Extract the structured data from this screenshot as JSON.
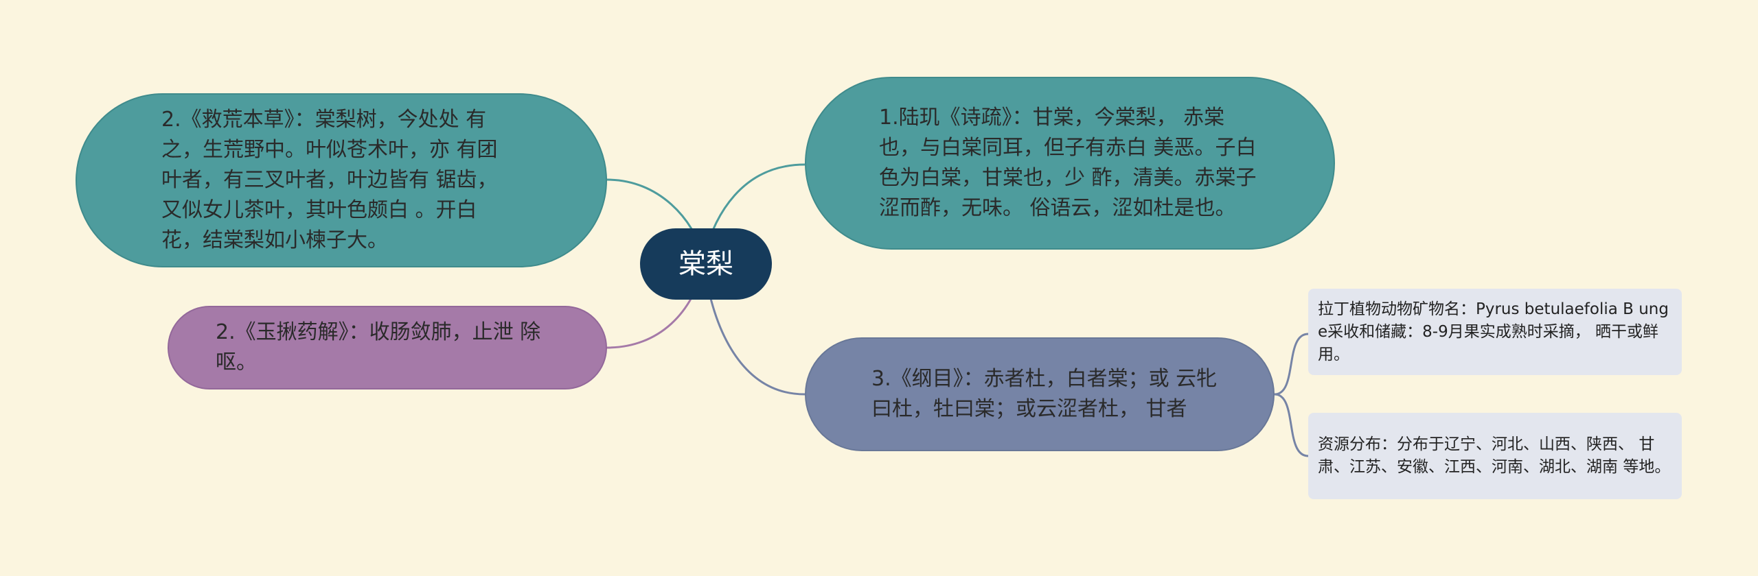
{
  "mindmap": {
    "root": {
      "label": "棠梨"
    },
    "branches": [
      {
        "id": "lu-ji",
        "lines": [
          "1.陆玑《诗疏》：甘棠，今棠梨，",
          "赤棠也，与白棠同耳，但子有赤白",
          "美恶。子白色为白棠，甘棠也，少",
          "酢，清美。赤棠子涩而酢，无味。",
          "俗语云，涩如杜是也。"
        ]
      },
      {
        "id": "jiu-huang",
        "lines": [
          "2.《救荒本草》：棠梨树，今处处",
          "有之，生荒野中。叶似苍术叶，亦",
          "有团叶者，有三叉叶者，叶边皆有",
          "锯齿，又似女儿茶叶，其叶色颇白",
          "。开白花，结棠梨如小楝子大。"
        ]
      },
      {
        "id": "yu-qiu",
        "lines": [
          "2.《玉揪药解》：收肠敛肺，止泄",
          "除呕。"
        ]
      },
      {
        "id": "gang-mu",
        "lines": [
          "3.《纲目》：赤者杜，白者棠；或",
          "云牝曰杜，牡曰棠；或云涩者杜，",
          "甘者"
        ],
        "children": [
          {
            "id": "latin-name",
            "lines": [
              "拉丁植物动物矿物名：Pyrus betulaefolia B",
              "unge采收和储藏：8-9月果实成熟时采摘，",
              "晒干或鲜用。"
            ]
          },
          {
            "id": "distribution",
            "lines": [
              "资源分布：分布于辽宁、河北、山西、陕西、",
              "甘肃、江苏、安徽、江西、河南、湖北、湖南",
              "等地。"
            ]
          }
        ]
      }
    ]
  },
  "colors": {
    "background": "#fbf5df",
    "root": "#163b5b",
    "teal": "#4e9c9d",
    "purple": "#a57aa8",
    "slate": "#7684a6",
    "leaf": "#e3e6ee"
  }
}
